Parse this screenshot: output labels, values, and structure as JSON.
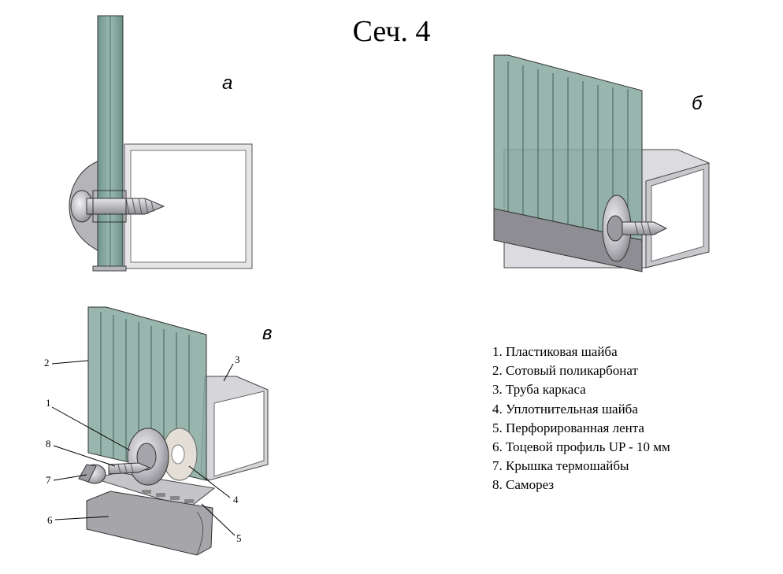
{
  "title": "Сеч. 4",
  "panels": {
    "a": "а",
    "b": "б",
    "v": "в"
  },
  "legend": [
    "1. Пластиковая шайба",
    "2. Сотовый поликарбонат",
    "3. Труба каркаса",
    "4. Уплотнительная шайба",
    "5. Перфорированная лента",
    "6. Тоцевой профиль UP - 10 мм",
    "7. Крышка термошайбы",
    "8. Саморез"
  ],
  "callouts": [
    "1",
    "2",
    "3",
    "4",
    "5",
    "6",
    "7",
    "8"
  ],
  "colors": {
    "polycarbonate": "#7a9f96",
    "polycarbonate_dark": "#5d7e76",
    "metal": "#c7c7cc",
    "metal_dark": "#8c8c92"
  }
}
